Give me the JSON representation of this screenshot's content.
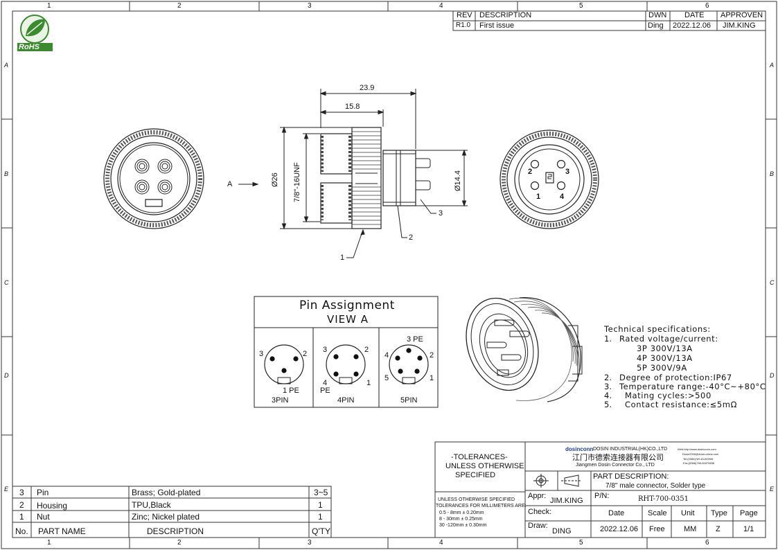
{
  "grid": {
    "columns": [
      "1",
      "2",
      "3",
      "4",
      "5",
      "6"
    ],
    "rows": [
      "A",
      "B",
      "C",
      "D",
      "E"
    ]
  },
  "logo": {
    "text": "RoHS"
  },
  "revision": {
    "headers": {
      "rev": "REV",
      "description": "DESCRIPTION",
      "dwn": "DWN",
      "date": "DATE",
      "approved": "APPROVEN"
    },
    "row": {
      "rev": "R1.0",
      "description": "First issue",
      "dwn": "Ding",
      "date": "2022.12.06",
      "approved": "JIM.KING"
    }
  },
  "dimensions": {
    "overall_length": "23.9",
    "thread_length": "15.8",
    "outer_diameter": "Ø26",
    "thread_spec": "7/8\"-16UNF",
    "rear_diameter": "Ø14.4",
    "view_arrow": "A",
    "callouts": [
      "1",
      "2",
      "3"
    ]
  },
  "front_view": {
    "pins": [
      "2",
      "3",
      "1",
      "4"
    ]
  },
  "pin_assignment": {
    "title": "Pin Assignment",
    "subtitle": "VIEW A",
    "panels": [
      {
        "name": "3PIN",
        "labels": [
          "3",
          "2",
          "1 PE"
        ]
      },
      {
        "name": "4PIN",
        "labels": [
          "3",
          "2",
          "4",
          "1",
          "PE"
        ]
      },
      {
        "name": "5PIN",
        "labels": [
          "3 PE",
          "4",
          "2",
          "5",
          "1"
        ]
      }
    ]
  },
  "specs": {
    "title": "Technical specifications:",
    "items": [
      {
        "num": "1.",
        "text": "Rated voltage/current:"
      },
      {
        "num": "",
        "text": "3P 300V/13A"
      },
      {
        "num": "",
        "text": "4P 300V/13A"
      },
      {
        "num": "",
        "text": "5P 300V/9A"
      },
      {
        "num": "2.",
        "text": "Degree of protection:IP67"
      },
      {
        "num": "3.",
        "text": "Temperature range:-40°C~+80°C"
      },
      {
        "num": "4.",
        "text": "Mating cycles:>500"
      },
      {
        "num": "5.",
        "text": "Contact resistance:≤5mΩ"
      }
    ]
  },
  "bom": {
    "headers": {
      "no": "No.",
      "part": "PART NAME",
      "desc": "DESCRIPTION",
      "qty": "Q'TY"
    },
    "rows": [
      {
        "no": "3",
        "part": "Pin",
        "desc": "Brass; Gold-plated",
        "qty": "3~5"
      },
      {
        "no": "2",
        "part": "Housing",
        "desc": "TPU,Black",
        "qty": "1"
      },
      {
        "no": "1",
        "part": "Nut",
        "desc": "Zinc; Nickel plated",
        "qty": "1"
      }
    ]
  },
  "title_block": {
    "tolerances_title": [
      "-TOLERANCES-",
      "UNLESS OTHERWISE",
      "SPECIFIED"
    ],
    "tolerances_detail": [
      "UNLESS OTHERWISE SPECIFIED",
      "TOLERANCES FOR MILLIMETERS ARE:",
      "0.5 - 8mm ± 0.20mm",
      "8 - 30mm ± 0.25mm",
      "30 -120mm ± 0.30mm"
    ],
    "company": {
      "brand": "dosinconn",
      "name_en": "DOSIN INDUSTRIAL(HK)CO.,LTD",
      "name_cn": "江门市德索连接器有限公司",
      "name_en2": "Jiangmen Dosin Connector Co., LTD",
      "contact": [
        "Web:http://www.dosinconn.com",
        "Dosin2005@dosin-china.com",
        "Tel:(0086)769-81153906",
        "Fax:(0086)769-81875836"
      ]
    },
    "part_description_label": "PART DESCRIPTION:",
    "part_description": "7/8\" male connector, Solder type",
    "appr_label": "Appr:",
    "appr": "JIM.KING",
    "pn_label": "P/N:",
    "pn": "RHT-700-0351",
    "check_label": "Check:",
    "draw_label": "Draw:",
    "draw": "DING",
    "headers": {
      "date": "Date",
      "scale": "Scale",
      "unit": "Unit",
      "type": "Type",
      "page": "Page"
    },
    "values": {
      "date": "2022.12.06",
      "scale": "Free",
      "unit": "MM",
      "type": "Z",
      "page": "1/1"
    }
  }
}
